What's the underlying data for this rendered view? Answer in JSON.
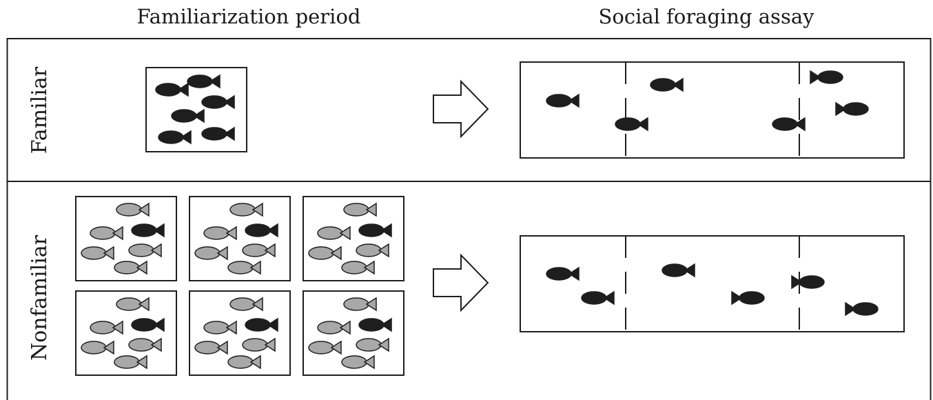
{
  "columns": {
    "left": "Familiarization period",
    "right": "Social foraging assay"
  },
  "rows": {
    "top": "Familiar",
    "bottom": "Nonfamiliar"
  },
  "colors": {
    "dark_fish": "#1e1e1e",
    "light_fish": "#a8a8a8",
    "outline": "#1e1e1e",
    "background": "#ffffff"
  },
  "icons": {
    "fish": "fish-icon",
    "arrow": "right-arrow-icon"
  }
}
